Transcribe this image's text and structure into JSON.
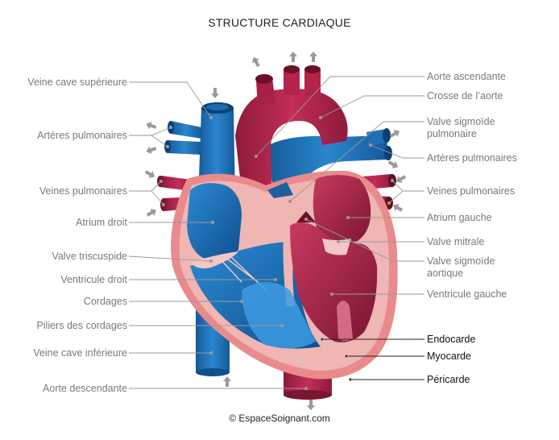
{
  "title": "STRUCTURE CARDIAQUE",
  "credit": "© EspaceSoignant.com",
  "colors": {
    "vein_blue": "#1f6fb5",
    "artery_red": "#b3234a",
    "pericardium": "#e98a8c",
    "myocardium": "#efb6b3",
    "leader_line": "#9a9a9a"
  },
  "left_labels": [
    "Veine cave supérieure",
    "Artères pulmonaires",
    "Veines pulmonaires",
    "Atrium droit",
    "Valve triscuspide",
    "Ventricule droit",
    "Cordages",
    "Piliers des cordages",
    "Veine cave inférieure",
    "Aorte descendante"
  ],
  "right_labels": [
    "Aorte ascendante",
    "Crosse de l’aorte",
    "Valve sigmoïde",
    "pulmonaire",
    "Artères pulmonaires",
    "Veines pulmonaires",
    "Atrium gauche",
    "Valve mitrale",
    "Valve sigmoïde",
    "aortique",
    "Ventricule gauche",
    "Endocarde",
    "Myocarde",
    "Péricarde"
  ],
  "flow_arrow_icons": "arrow-icon"
}
